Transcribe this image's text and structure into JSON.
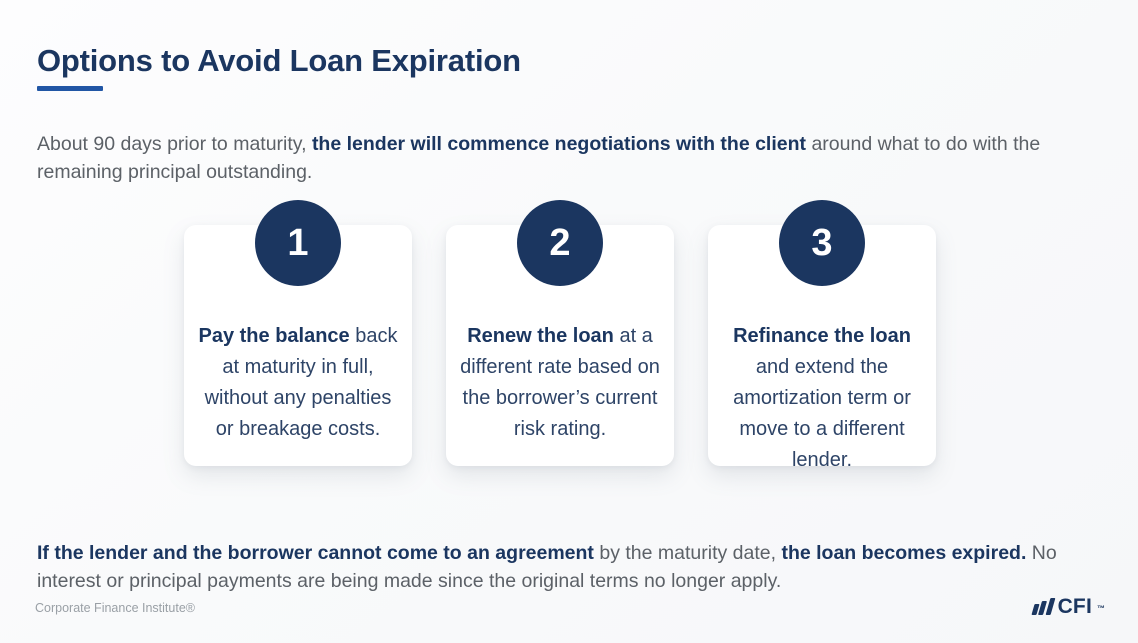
{
  "theme": {
    "background": "#fafbfc",
    "navy": "#1b3660",
    "accent_blue": "#2156a5",
    "body_gray": "#5c6167",
    "card_bg": "#ffffff",
    "footer_gray": "#9aa0a6"
  },
  "header": {
    "title": "Options to Avoid Loan Expiration"
  },
  "intro": {
    "part1": "About 90 days prior to maturity, ",
    "bold1": "the lender will commence negotiations with the client",
    "part2": " around what to do with the remaining principal outstanding."
  },
  "cards": [
    {
      "number": "1",
      "bold": "Pay the balance",
      "rest": " back at maturity in full, without any penalties or breakage costs."
    },
    {
      "number": "2",
      "bold": "Renew the loan",
      "rest": " at a different rate based on the borrower’s current risk rating."
    },
    {
      "number": "3",
      "bold": "Refinance the loan",
      "rest": " and extend the amortization term or move to a different lender."
    }
  ],
  "outro": {
    "bold1": "If the lender and the borrower cannot come to an agreement",
    "mid": " by the maturity date, ",
    "bold2": "the loan becomes expired.",
    "rest": " No interest or principal payments are being made since the original terms no longer apply."
  },
  "footer": {
    "credit": "Corporate Finance Institute®",
    "logo_word": "CFI",
    "logo_tm": "™",
    "logo_mark_name": "cfi-bars-logo-icon"
  }
}
